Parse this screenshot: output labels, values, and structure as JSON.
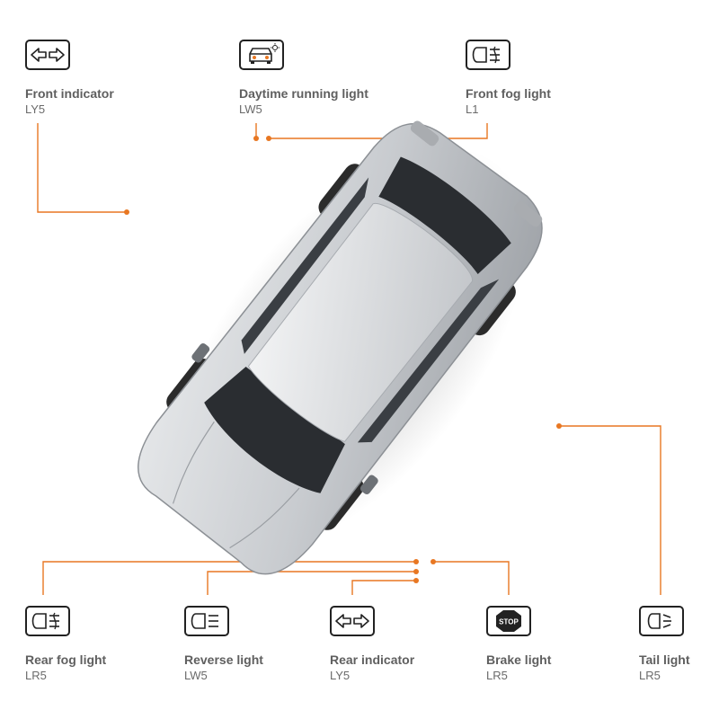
{
  "accent_color": "#e87722",
  "car_color": "#bfc2c6",
  "lights": [
    {
      "id": "front-indicator",
      "name": "Front indicator",
      "code": "LY5",
      "icon": "indicator-arrows-icon"
    },
    {
      "id": "daytime-running-light",
      "name": "Daytime running light",
      "code": "LW5",
      "icon": "daytime-car-icon"
    },
    {
      "id": "front-fog-light",
      "name": "Front fog light",
      "code": "L1",
      "icon": "fog-light-icon"
    },
    {
      "id": "rear-fog-light",
      "name": "Rear fog light",
      "code": "LR5",
      "icon": "fog-light-icon"
    },
    {
      "id": "reverse-light",
      "name": "Reverse light",
      "code": "LW5",
      "icon": "headlight-icon"
    },
    {
      "id": "rear-indicator",
      "name": "Rear indicator",
      "code": "LY5",
      "icon": "indicator-arrows-icon"
    },
    {
      "id": "brake-light",
      "name": "Brake light",
      "code": "LR5",
      "icon": "stop-sign-icon",
      "icon_text": "STOP"
    },
    {
      "id": "tail-light",
      "name": "Tail light",
      "code": "LR5",
      "icon": "tail-light-icon"
    }
  ]
}
